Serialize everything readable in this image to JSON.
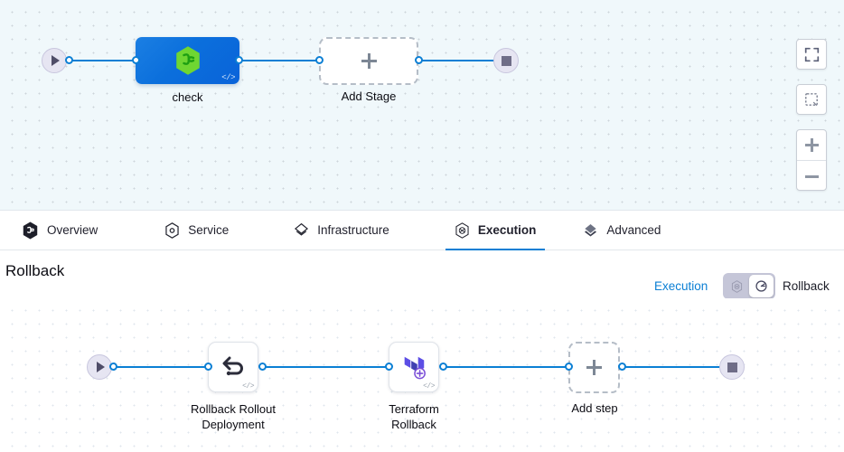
{
  "top_canvas": {
    "start_node": {
      "icon": "play-icon"
    },
    "end_node": {
      "icon": "stop-icon"
    },
    "stages": [
      {
        "label": "check",
        "icon": "harness-hexagon-icon",
        "badge": "</>"
      }
    ],
    "add_stage": {
      "label": "Add Stage",
      "icon": "plus-icon"
    },
    "toolbar": [
      {
        "name": "fit-to-screen",
        "icon": "fullscreen-icon"
      },
      {
        "name": "selection-box",
        "icon": "dashed-square-icon"
      },
      {
        "name": "zoom-in",
        "icon": "plus-icon"
      },
      {
        "name": "zoom-out",
        "icon": "minus-icon"
      }
    ]
  },
  "tabs": [
    {
      "label": "Overview",
      "icon": "harness-hexagon-filled-icon",
      "active": false
    },
    {
      "label": "Service",
      "icon": "service-hexagon-icon",
      "active": false
    },
    {
      "label": "Infrastructure",
      "icon": "layers-diamond-icon",
      "active": false
    },
    {
      "label": "Execution",
      "icon": "execution-hexagon-icon",
      "active": true
    },
    {
      "label": "Advanced",
      "icon": "advanced-layers-icon",
      "active": false
    }
  ],
  "rollback_section": {
    "title": "Rollback",
    "toggle": {
      "left_label": "Execution",
      "right_label": "Rollback",
      "left_icon": "execution-hexagon-icon",
      "right_icon": "rollback-arrow-icon",
      "selected": "Rollback"
    }
  },
  "bottom_canvas": {
    "start_node": {
      "icon": "play-icon"
    },
    "end_node": {
      "icon": "stop-icon"
    },
    "steps": [
      {
        "label_line1": "Rollback Rollout",
        "label_line2": "Deployment",
        "icon": "rollback-arrow-icon",
        "badge": "</>"
      },
      {
        "label_line1": "Terraform",
        "label_line2": "Rollback",
        "icon": "terraform-icon",
        "badge": "</>"
      }
    ],
    "add_step": {
      "label": "Add step",
      "icon": "plus-icon"
    }
  },
  "colors": {
    "accent_blue": "#0b7fd4",
    "stage_blue": "#0b6fdc",
    "harness_green": "#6fd632",
    "terraform_purple": "#5c4ee5",
    "link_blue": "#0b7fd4"
  }
}
